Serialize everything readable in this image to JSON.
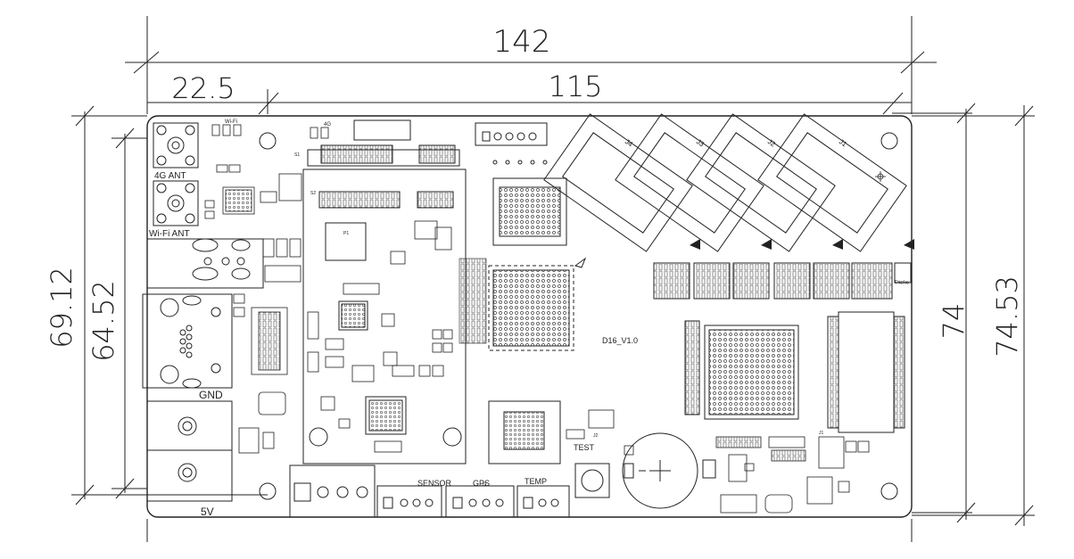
{
  "dimensions": {
    "overall_width": "142",
    "hole_offset": "22.5",
    "hole_pitch": "115",
    "left_outer_height": "69.12",
    "left_inner_height": "64.52",
    "right_inner_height": "74",
    "right_outer_height": "74.53"
  },
  "labels": {
    "ant_4g": "4G ANT",
    "ant_wifi": "Wi-Fi ANT",
    "gnd": "GND",
    "v5": "5V",
    "sensor": "SENSOR",
    "gps": "GPS",
    "temp": "TEMP",
    "test": "TEST",
    "board_version": "D16_V1.0",
    "wifi_small": "Wi-Fi",
    "g4_small": "4G",
    "j1": "J1",
    "j2": "J2",
    "j3": "J3",
    "p1": "P1",
    "s1": "S1",
    "s2": "S2",
    "display": "Display"
  },
  "hub75_ports": [
    {
      "label": "J4"
    },
    {
      "label": "J3"
    },
    {
      "label": "J2"
    },
    {
      "label": "J1"
    }
  ],
  "colors": {
    "line": "#222222",
    "background": "#ffffff"
  }
}
